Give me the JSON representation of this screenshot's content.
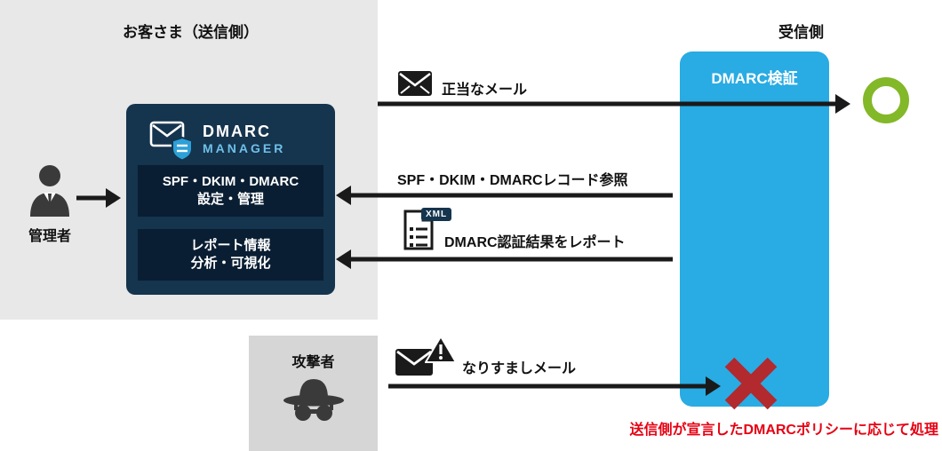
{
  "headers": {
    "sender": "お客さま（送信側）",
    "receiver": "受信側"
  },
  "admin": {
    "label": "管理者"
  },
  "attacker": {
    "label": "攻撃者"
  },
  "manager": {
    "logo_top": "DMARC",
    "logo_bottom": "MANAGER",
    "box1": {
      "line1": "SPF・DKIM・DMARC",
      "line2": "設定・管理"
    },
    "box2": {
      "line1": "レポート情報",
      "line2": "分析・可視化"
    }
  },
  "verification": {
    "title": "DMARC検証"
  },
  "flows": {
    "legit": {
      "label": "正当なメール"
    },
    "record": {
      "label": "SPF・DKIM・DMARCレコード参照"
    },
    "report": {
      "label": "DMARC認証結果をレポート",
      "badge": "XML"
    },
    "spoof": {
      "label": "なりすましメール"
    }
  },
  "footnote": "送信側が宣言したDMARCポリシーに応じて処理",
  "colors": {
    "panel_gray": "#e8e8e8",
    "attacker_gray": "#d6d6d6",
    "manager_navy": "#15344e",
    "manager_inner_navy": "#0a1e33",
    "verification_blue": "#29abe3",
    "pass_green": "#83b829",
    "fail_red": "#b2292e",
    "footnote_red": "#e60012",
    "arrow_black": "#1a1a1a"
  }
}
